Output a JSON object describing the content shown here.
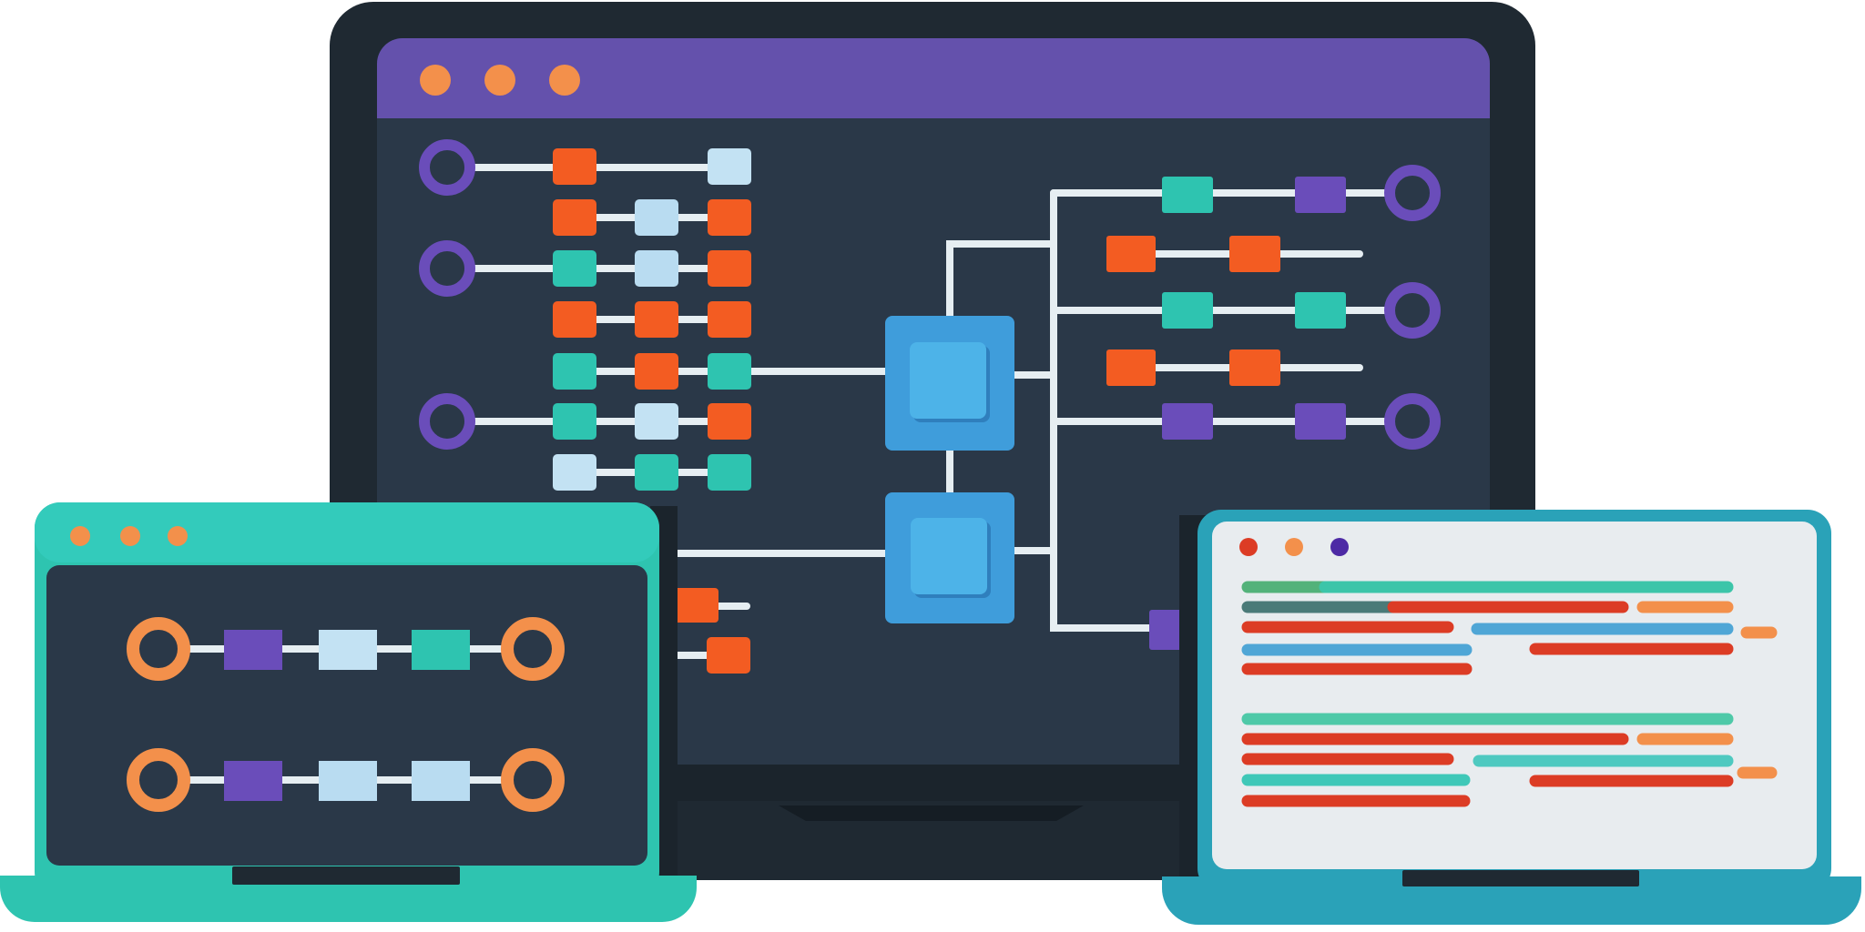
{
  "colors": {
    "background": "#ffffff",
    "monitor_bezel": "#1f2932",
    "screen_dark": "#2a3848",
    "title_bar_purple": "#6451ac",
    "teal": "#2ec4b0",
    "teal_dark": "#249c9a",
    "blue_accent": "#3f9ddb",
    "blue_light": "#4db3e8",
    "orange": "#f3904b",
    "orange_red": "#f35c22",
    "purple": "#6a4dba",
    "light_blue": "#b9dcf1",
    "wire": "#e6eef2",
    "doc_bg": "#e8ecef",
    "laptop_blue": "#2aa2b8",
    "code_red": "#dc3c25",
    "code_blue": "#4fa6d6",
    "code_green": "#53b27a"
  },
  "icons": {
    "window_dot": "traffic-light-dot",
    "port": "ring-port",
    "node": "square-node",
    "hub": "processor-hub"
  },
  "scene": {
    "main_monitor": {
      "title_bar_dots": [
        "orange",
        "orange",
        "orange"
      ]
    },
    "left_laptop": {
      "title_bar_dots": [
        "orange",
        "orange",
        "orange"
      ]
    },
    "right_laptop": {
      "title_bar_dots": [
        "red",
        "orange",
        "purple"
      ]
    }
  }
}
